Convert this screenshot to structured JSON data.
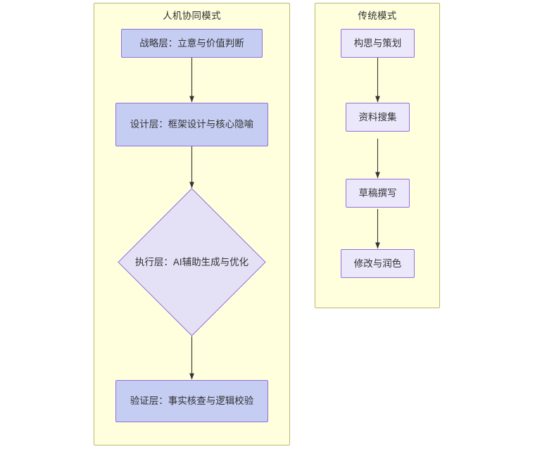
{
  "diagram": {
    "type": "flowchart",
    "direction": "top-to-bottom",
    "background_color": "#ffffff",
    "subgraphs": [
      {
        "id": "human-ai",
        "title": "人机协同模式",
        "fill_color": "#ffffde",
        "border_color": "#b9b96e",
        "nodes": [
          {
            "id": "strategy",
            "label": "战略层：立意与价值判断",
            "shape": "rect",
            "fill_color": "#c5cdf3",
            "border_color": "#9370db"
          },
          {
            "id": "design",
            "label": "设计层：框架设计与核心隐喻",
            "shape": "rect",
            "fill_color": "#c5cdf3",
            "border_color": "#9370db"
          },
          {
            "id": "execution",
            "label": "执行层：AI辅助生成与优化",
            "shape": "diamond",
            "fill_color": "#e4e1f7",
            "border_color": "#9370db"
          },
          {
            "id": "verify",
            "label": "验证层：事实核查与逻辑校验",
            "shape": "rect",
            "fill_color": "#c5cdf3",
            "border_color": "#9370db"
          }
        ],
        "edges": [
          {
            "from": "strategy",
            "to": "design",
            "arrow": "filled"
          },
          {
            "from": "design",
            "to": "execution",
            "arrow": "filled"
          },
          {
            "from": "execution",
            "to": "verify",
            "arrow": "filled"
          }
        ]
      },
      {
        "id": "traditional",
        "title": "传统模式",
        "fill_color": "#ffffde",
        "border_color": "#b9b96e",
        "nodes": [
          {
            "id": "ideate",
            "label": "构思与策划",
            "shape": "rect",
            "fill_color": "#ece8fc",
            "border_color": "#9370db"
          },
          {
            "id": "research",
            "label": "资料搜集",
            "shape": "rect",
            "fill_color": "#ece8fc",
            "border_color": "#9370db"
          },
          {
            "id": "draft",
            "label": "草稿撰写",
            "shape": "rect",
            "fill_color": "#ece8fc",
            "border_color": "#9370db"
          },
          {
            "id": "polish",
            "label": "修改与润色",
            "shape": "rect",
            "fill_color": "#ece8fc",
            "border_color": "#9370db"
          }
        ],
        "edges": [
          {
            "from": "ideate",
            "to": "research",
            "arrow": "filled"
          },
          {
            "from": "research",
            "to": "draft",
            "arrow": "filled"
          },
          {
            "from": "draft",
            "to": "polish",
            "arrow": "filled"
          }
        ]
      }
    ],
    "edge_color": "#333333",
    "text_color": "#333333"
  }
}
